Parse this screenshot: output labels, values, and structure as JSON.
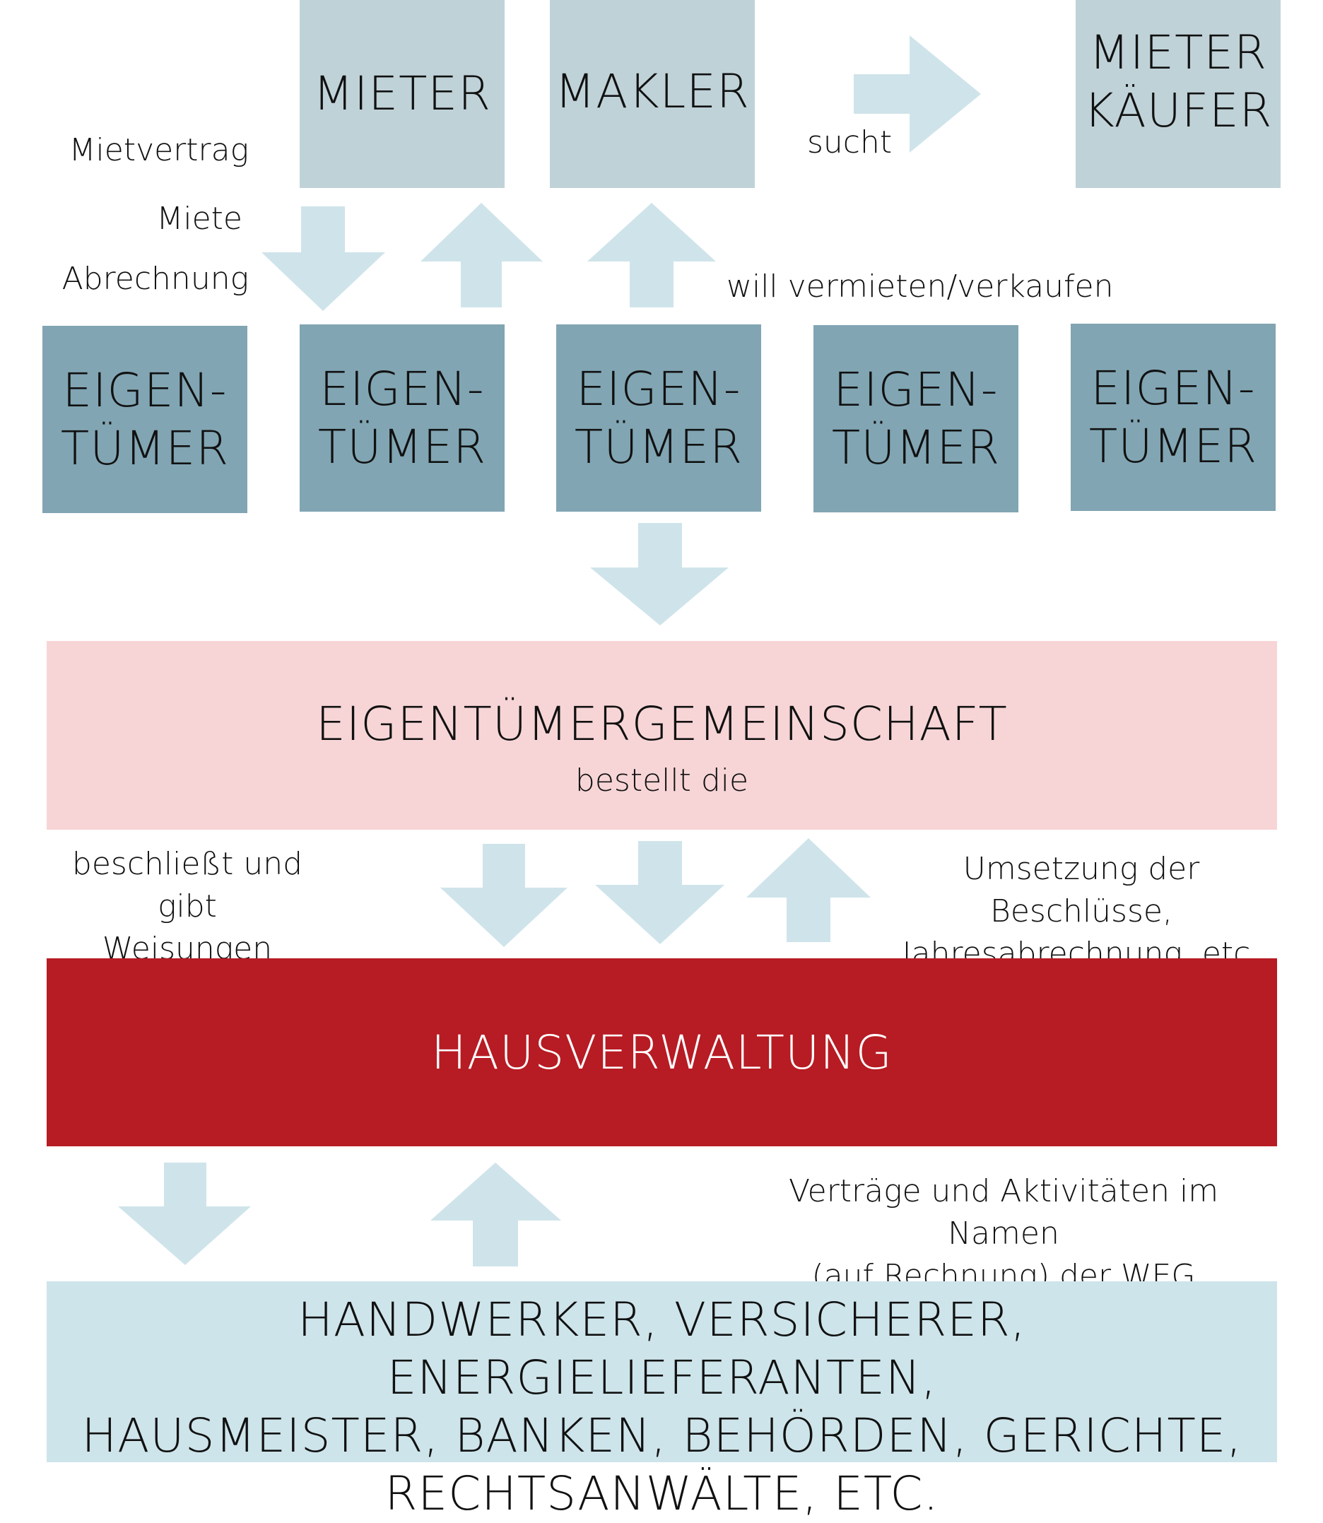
{
  "top_boxes": {
    "mieter": "MIETER",
    "makler": "MAKLER",
    "mieter_kaeufer": "MIETER\nKÄUFER"
  },
  "owners": [
    "EIGEN-\nTÜMER",
    "EIGEN-\nTÜMER",
    "EIGEN-\nTÜMER",
    "EIGEN-\nTÜMER",
    "EIGEN-\nTÜMER"
  ],
  "labels": {
    "mietvertrag": "Mietvertrag",
    "miete": "Miete",
    "abrechnung": "Abrechnung",
    "sucht": "sucht",
    "will": "will vermieten/verkaufen",
    "beschliesst": "beschließt und gibt\nWeisungen",
    "umsetzung": "Umsetzung der Beschlüsse,\nJahresabrechnung, etc.",
    "vertraege": "Verträge und Aktivitäten im Namen\n(auf Rechnung) der WEG"
  },
  "weg": {
    "title": "EIGENTÜMERGEMEINSCHAFT",
    "subtitle": "bestellt die"
  },
  "hausverwaltung": "HAUSVERWALTUNG",
  "bottom": "HANDWERKER, VERSICHERER, ENERGIELIEFERANTEN,\nHAUSMEISTER, BANKEN, BEHÖRDEN, GERICHTE,\nRECHTSANWÄLTE, ETC.",
  "colors": {
    "top_box": "#bfd2d8",
    "owner_box": "#81a5b3",
    "weg_box": "#f7d5d6",
    "hv_box": "#b71b23",
    "bottom_box": "#cde4ea",
    "arrow": "#cfe4ea"
  }
}
